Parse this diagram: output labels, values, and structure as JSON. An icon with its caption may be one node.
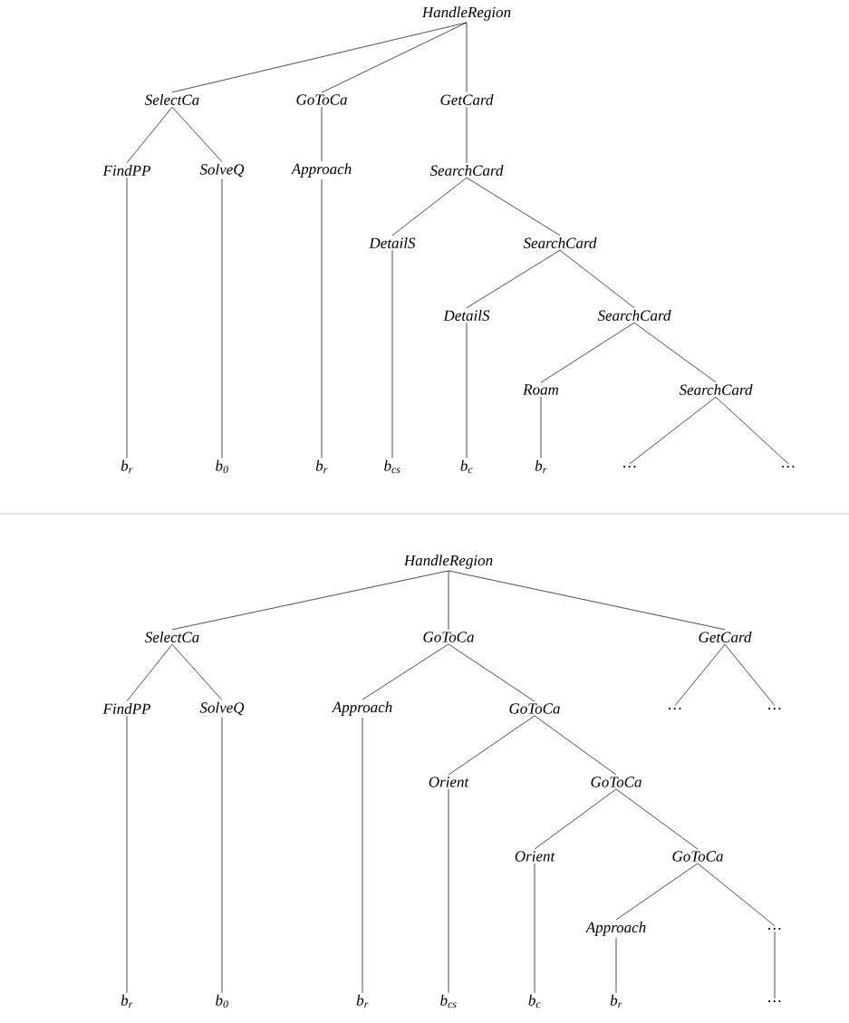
{
  "diagram": {
    "nodes": [
      {
        "text": [
          "HandleRegion"
        ]
      },
      {
        "text": [
          "SelectCa"
        ]
      },
      {
        "text": [
          "GoToCa"
        ]
      },
      {
        "text": [
          "GetCard"
        ]
      },
      {
        "text": [
          "FindPP"
        ]
      },
      {
        "text": [
          "SolveQ"
        ]
      },
      {
        "text": [
          "Approach"
        ]
      },
      {
        "text": [
          "SearchCard"
        ]
      },
      {
        "text": [
          "DetailS"
        ]
      },
      {
        "text": [
          "SearchCard"
        ]
      },
      {
        "text": [
          "DetailS"
        ]
      },
      {
        "text": [
          "SearchCard"
        ]
      },
      {
        "text": [
          "Roam"
        ]
      },
      {
        "text": [
          "SearchCard"
        ]
      },
      {
        "text": [
          "b$_{r}$"
        ]
      },
      {
        "text": [
          "b$_{0}$"
        ]
      },
      {
        "text": [
          "b$_{r}$"
        ]
      },
      {
        "text": [
          "b$_{cs}$"
        ]
      },
      {
        "text": [
          "b$_{c}$"
        ]
      },
      {
        "text": [
          "b$_{r}$"
        ]
      },
      {
        "text": [
          "…"
        ]
      },
      {
        "text": [
          "…"
        ]
      },
      {
        "text": [
          "HandleRegion"
        ]
      },
      {
        "text": [
          "SelectCa"
        ]
      },
      {
        "text": [
          "GoToCa"
        ]
      },
      {
        "text": [
          "GetCard"
        ]
      },
      {
        "text": [
          "FindPP"
        ]
      },
      {
        "text": [
          "SolveQ"
        ]
      },
      {
        "text": [
          "Approach"
        ]
      },
      {
        "text": [
          "GoToCa"
        ]
      },
      {
        "text": [
          "…"
        ]
      },
      {
        "text": [
          "…"
        ]
      },
      {
        "text": [
          "Orient"
        ]
      },
      {
        "text": [
          "GoToCa"
        ]
      },
      {
        "text": [
          "Orient"
        ]
      },
      {
        "text": [
          "GoToCa"
        ]
      },
      {
        "text": [
          "Approach"
        ]
      },
      {
        "text": [
          "…"
        ]
      },
      {
        "text": [
          "b$_{r}$"
        ]
      },
      {
        "text": [
          "b$_{0}$"
        ]
      },
      {
        "text": [
          "b$_{r}$"
        ]
      },
      {
        "text": [
          "b$_{cs}$"
        ]
      },
      {
        "text": [
          "b$_{c}$"
        ]
      },
      {
        "text": [
          "b$_{r}$"
        ]
      },
      {
        "text": [
          "…"
        ]
      }
    ],
    "edges": [
      {
        "from": 0,
        "to": 1,
        "arrow": "none"
      },
      {
        "from": 0,
        "to": 2,
        "arrow": "none"
      },
      {
        "from": 0,
        "to": 3,
        "arrow": "none"
      },
      {
        "from": 1,
        "to": 4,
        "arrow": "none"
      },
      {
        "from": 1,
        "to": 5,
        "arrow": "none"
      },
      {
        "from": 2,
        "to": 6,
        "arrow": "none"
      },
      {
        "from": 3,
        "to": 7,
        "arrow": "none"
      },
      {
        "from": 7,
        "to": 8,
        "arrow": "none"
      },
      {
        "from": 7,
        "to": 9,
        "arrow": "none"
      },
      {
        "from": 9,
        "to": 10,
        "arrow": "none"
      },
      {
        "from": 9,
        "to": 11,
        "arrow": "none"
      },
      {
        "from": 11,
        "to": 12,
        "arrow": "none"
      },
      {
        "from": 11,
        "to": 13,
        "arrow": "none"
      },
      {
        "from": 4,
        "to": 14,
        "arrow": "none"
      },
      {
        "from": 5,
        "to": 15,
        "arrow": "none"
      },
      {
        "from": 6,
        "to": 16,
        "arrow": "none"
      },
      {
        "from": 8,
        "to": 17,
        "arrow": "none"
      },
      {
        "from": 10,
        "to": 18,
        "arrow": "none"
      },
      {
        "from": 12,
        "to": 19,
        "arrow": "none"
      },
      {
        "from": 13,
        "to": 20,
        "arrow": "none"
      },
      {
        "from": 13,
        "to": 21,
        "arrow": "none"
      },
      {
        "from": 22,
        "to": 23,
        "arrow": "none"
      },
      {
        "from": 22,
        "to": 24,
        "arrow": "none"
      },
      {
        "from": 22,
        "to": 25,
        "arrow": "none"
      },
      {
        "from": 23,
        "to": 26,
        "arrow": "none"
      },
      {
        "from": 23,
        "to": 27,
        "arrow": "none"
      },
      {
        "from": 24,
        "to": 28,
        "arrow": "none"
      },
      {
        "from": 24,
        "to": 29,
        "arrow": "none"
      },
      {
        "from": 25,
        "to": 30,
        "arrow": "none"
      },
      {
        "from": 25,
        "to": 31,
        "arrow": "none"
      },
      {
        "from": 29,
        "to": 32,
        "arrow": "none"
      },
      {
        "from": 29,
        "to": 33,
        "arrow": "none"
      },
      {
        "from": 33,
        "to": 34,
        "arrow": "none"
      },
      {
        "from": 33,
        "to": 35,
        "arrow": "none"
      },
      {
        "from": 35,
        "to": 36,
        "arrow": "none"
      },
      {
        "from": 35,
        "to": 37,
        "arrow": "none"
      },
      {
        "from": 26,
        "to": 38,
        "arrow": "none"
      },
      {
        "from": 27,
        "to": 39,
        "arrow": "none"
      },
      {
        "from": 28,
        "to": 40,
        "arrow": "none"
      },
      {
        "from": 32,
        "to": 41,
        "arrow": "none"
      },
      {
        "from": 34,
        "to": 42,
        "arrow": "none"
      },
      {
        "from": 36,
        "to": 43,
        "arrow": "none"
      },
      {
        "from": 37,
        "to": 44,
        "arrow": "none"
      }
    ]
  }
}
